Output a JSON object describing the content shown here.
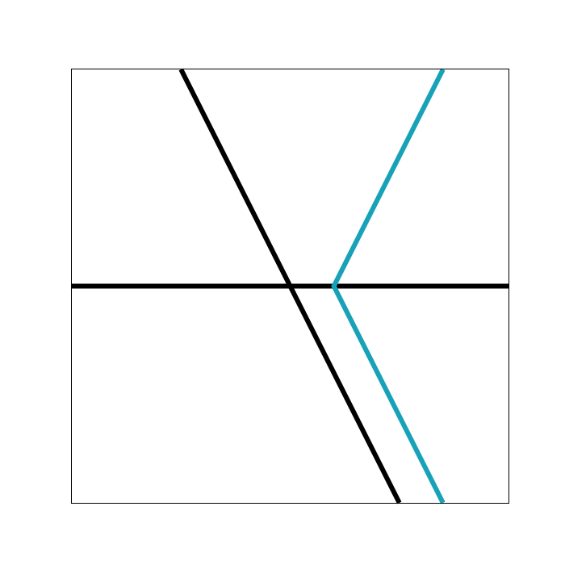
{
  "chart_data": {
    "type": "line",
    "title": "",
    "xlabel": "",
    "ylabel": "",
    "xlim": [
      -1,
      1
    ],
    "ylim": [
      -1,
      1
    ],
    "grid": false,
    "axes_visible": false,
    "series": [
      {
        "color": "#000000",
        "points": [
          [
            -1,
            0
          ],
          [
            1,
            0
          ]
        ]
      },
      {
        "color": "#000000",
        "points": [
          [
            -0.5,
            1
          ],
          [
            0.5,
            -1
          ]
        ]
      },
      {
        "color": "#17a2b8",
        "points": [
          [
            0.7,
            1
          ],
          [
            0.2,
            0
          ],
          [
            0.7,
            -1
          ]
        ]
      }
    ]
  }
}
